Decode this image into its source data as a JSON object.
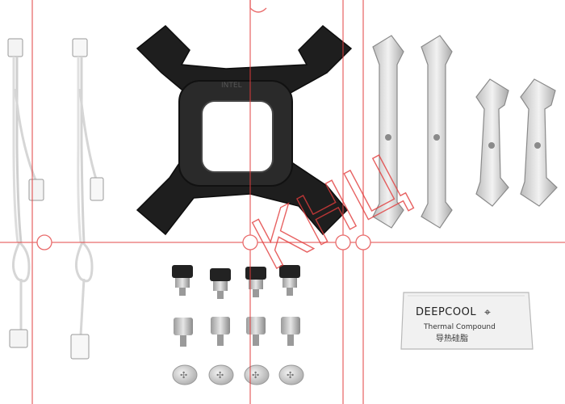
{
  "bracket": {
    "engraving": "INTEL"
  },
  "thermal_pad": {
    "brand": "DEEPCOOL",
    "label": "Thermal Compound",
    "label_cn": "导热硅脂"
  },
  "watermark": {
    "text": "КНЦ",
    "color": "#e23c3c"
  },
  "colors": {
    "bracket": "#1c1c1c",
    "cable": "#f2f2f2",
    "metal": "#d9d9d9",
    "watermark": "#e23c3c"
  }
}
